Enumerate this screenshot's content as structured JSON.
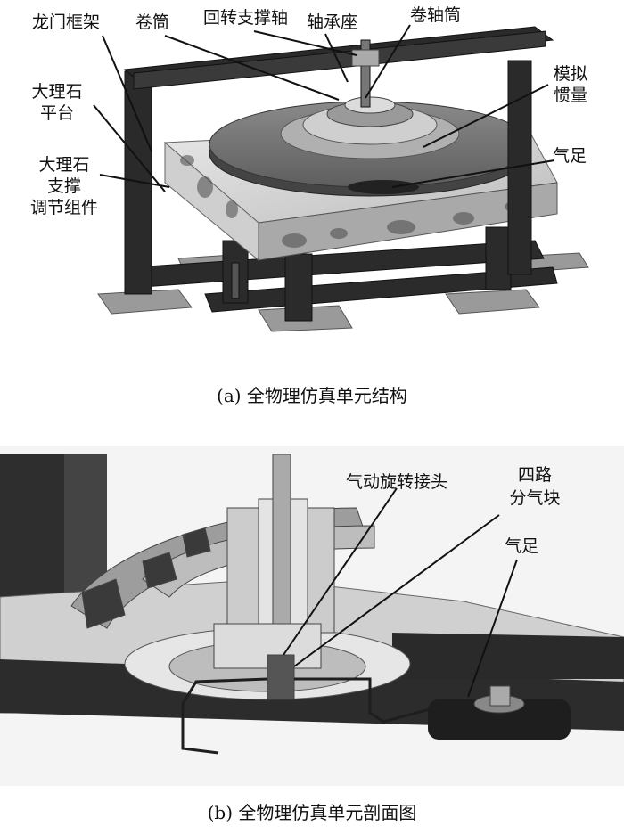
{
  "figure_a": {
    "caption": "(a) 全物理仿真单元结构",
    "labels": {
      "gantry_frame": "龙门框架",
      "reel": "卷筒",
      "rotary_shaft": "回转支撑轴",
      "bearing_seat": "轴承座",
      "reel_shaft": "卷轴筒",
      "marble_platform_1": "大理石",
      "marble_platform_2": "平台",
      "simulated_inertia_1": "模拟",
      "simulated_inertia_2": "惯量",
      "air_foot": "气足",
      "marble_support_1": "大理石",
      "marble_support_2": "支撑",
      "marble_support_3": "调节组件"
    }
  },
  "figure_b": {
    "caption": "(b) 全物理仿真单元剖面图",
    "labels": {
      "pneumatic_joint": "气动旋转接头",
      "four_way_1": "四路",
      "four_way_2": "分气块",
      "air_foot": "气足"
    }
  }
}
